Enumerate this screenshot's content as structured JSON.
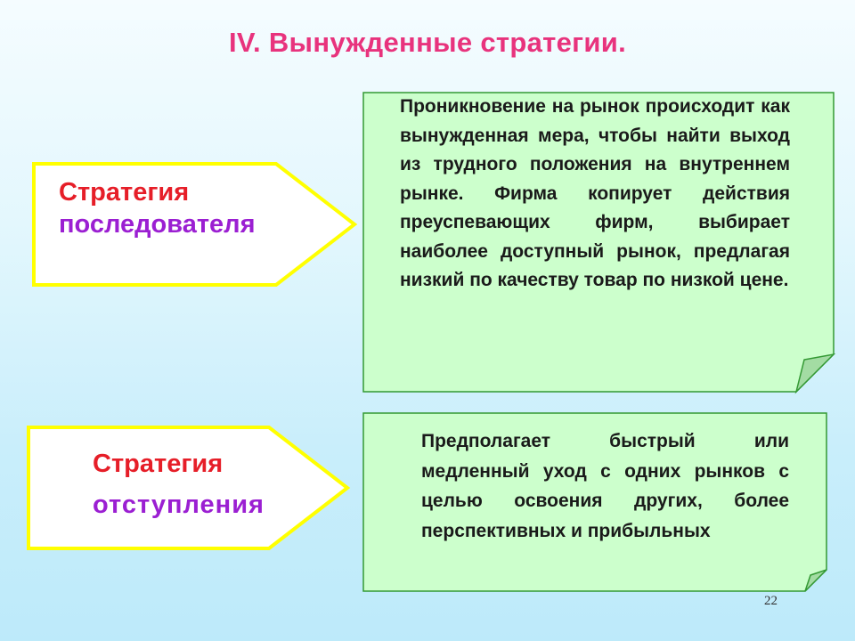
{
  "title": "IV. Вынужденные стратегии.",
  "strategies": [
    {
      "name_line1": "Стратегия",
      "name_line2": "последователя",
      "description": "Проникновение на рынок происходит как вынужденная мера, чтобы найти выход из трудного положения на внутреннем рынке. Фирма копирует действия преуспевающих фирм, выбирает наиболее доступный рынок, предлагая низкий по качеству товар по низкой цене."
    },
    {
      "name_line1": "Стратегия",
      "name_line2": "отступления",
      "description": "Предполагает быстрый или медленный уход с одних рынков с целью освоения других, более перспективных и прибыльных"
    }
  ],
  "slide_number": "22",
  "colors": {
    "title": "#e8337d",
    "strategy_word": "#e61e28",
    "strategy_type": "#9b1fd2",
    "arrow_border": "#ffff00",
    "card_fill": "#ccffcc",
    "card_border": "#339933"
  }
}
